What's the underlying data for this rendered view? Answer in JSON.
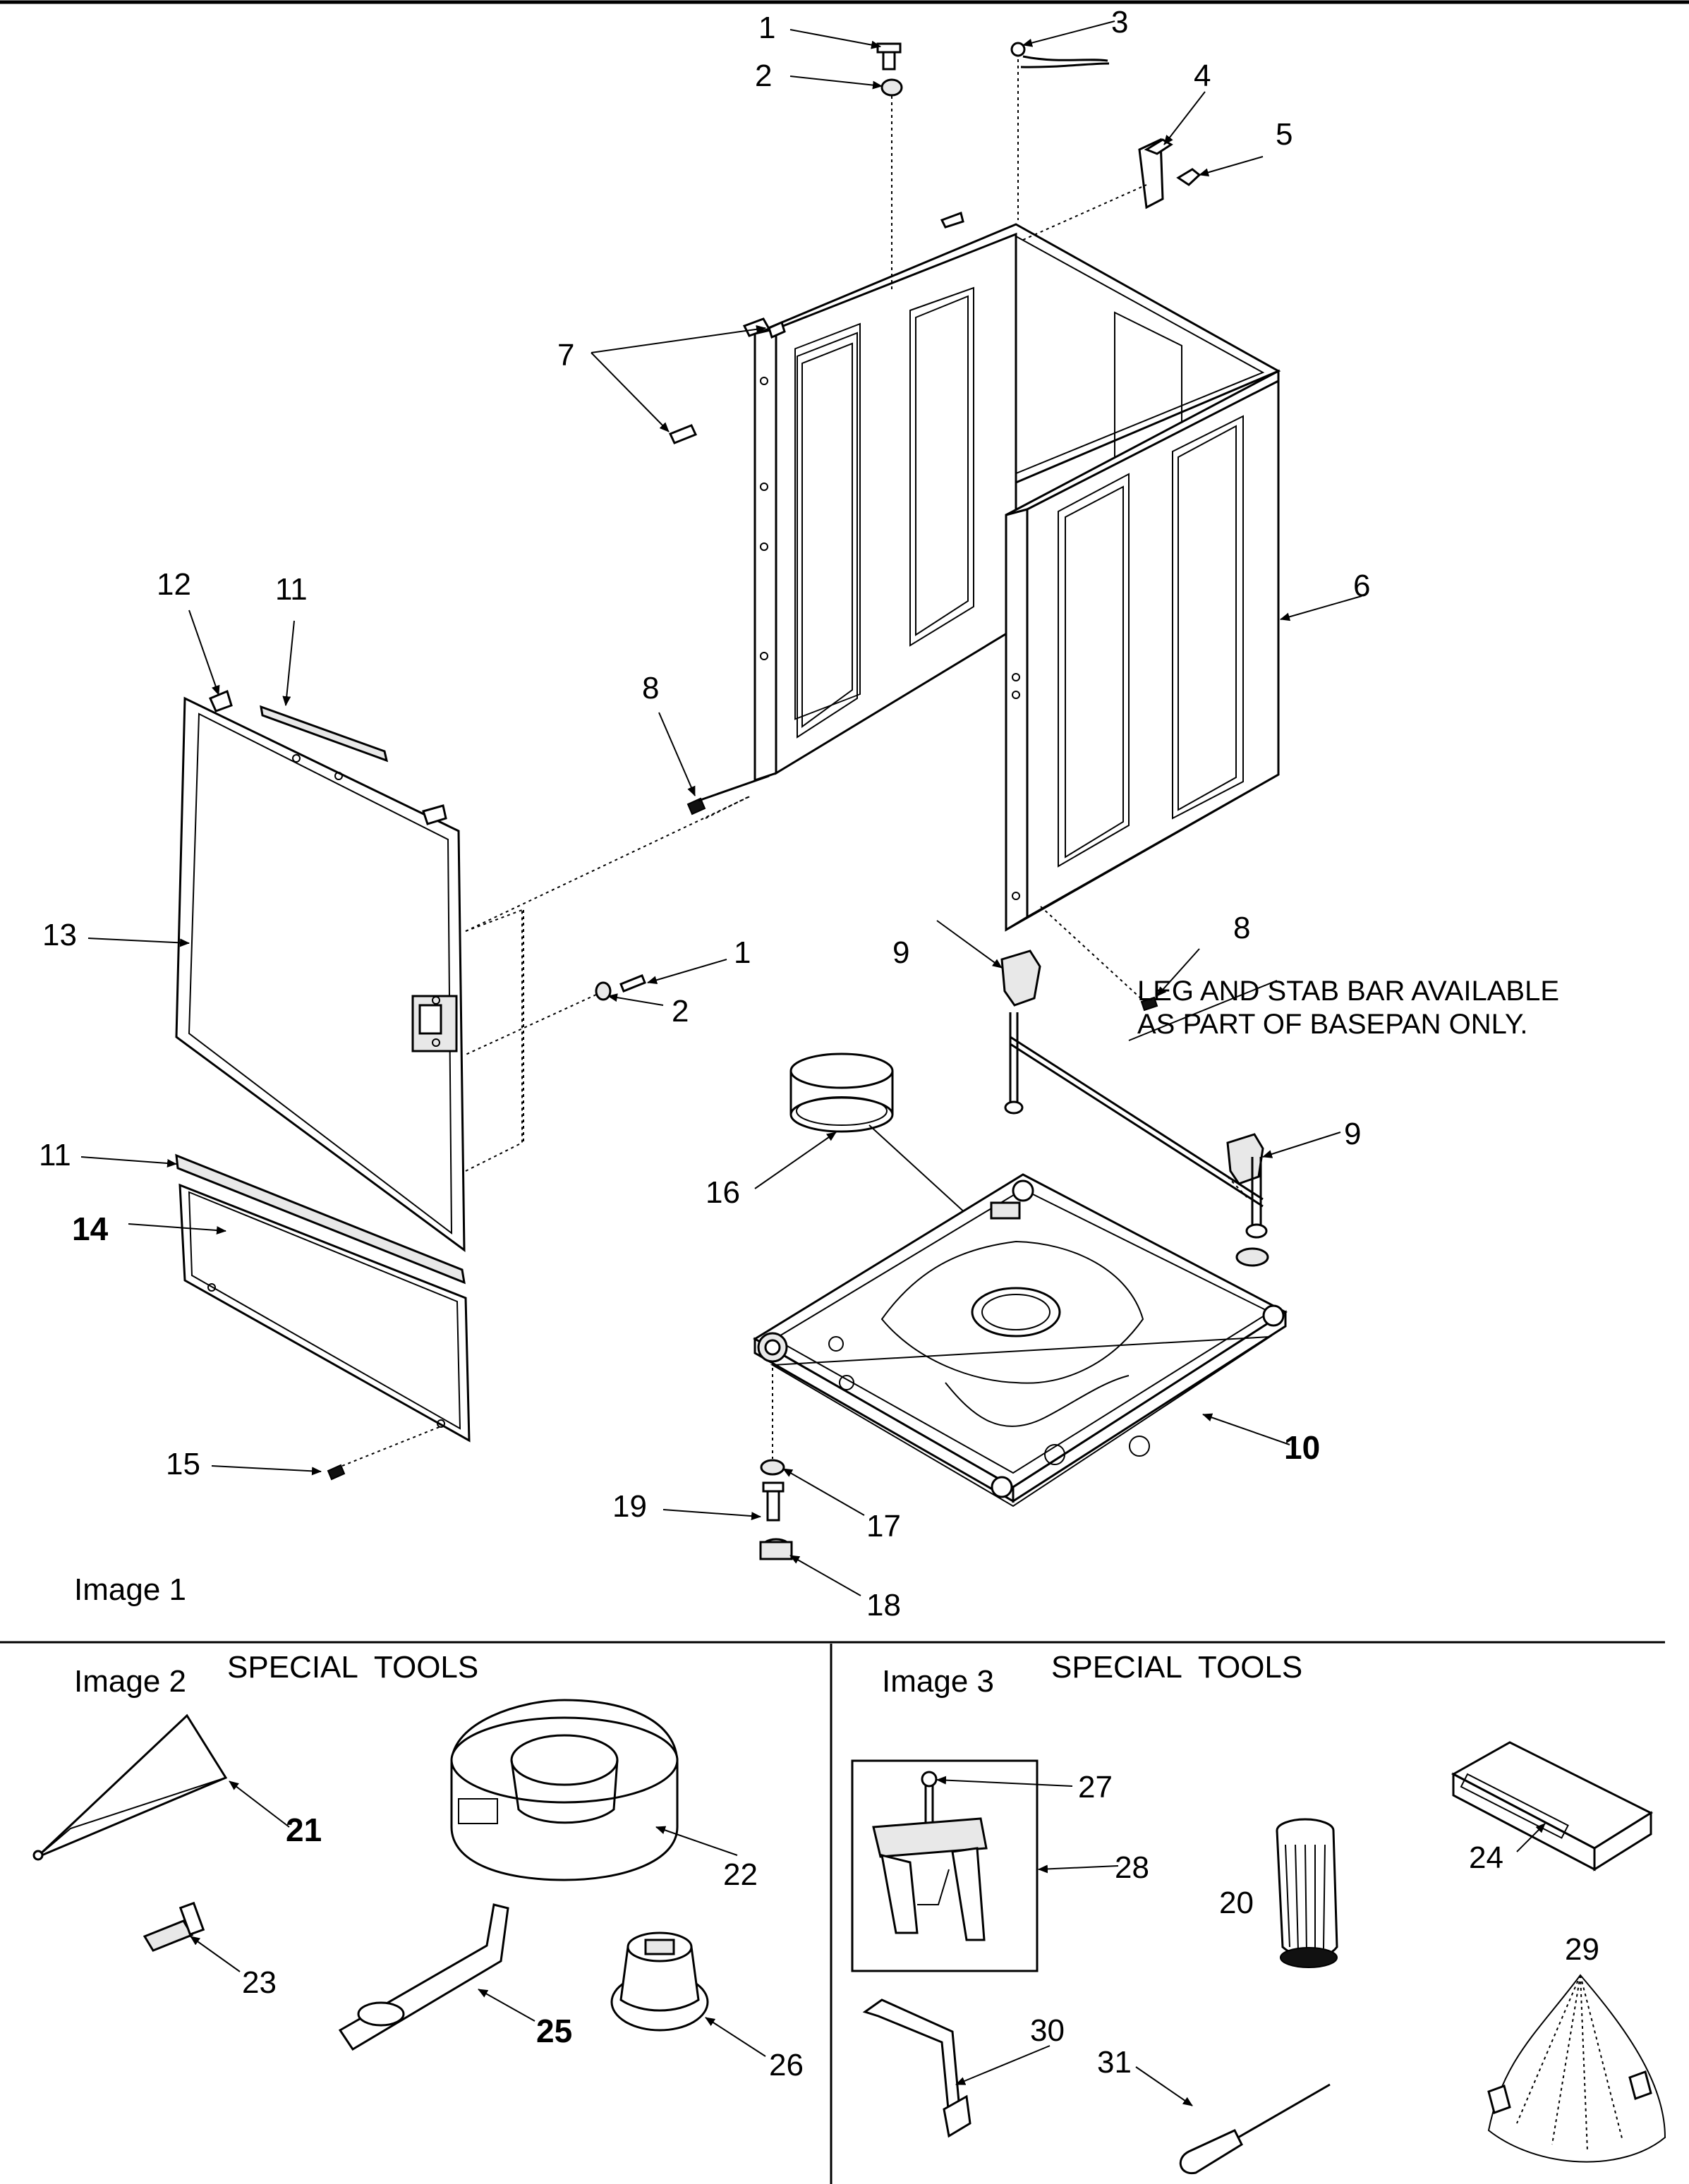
{
  "figure": {
    "image1_label": "Image 1",
    "image2_label": "Image 2",
    "image3_label": "Image 3",
    "special_tools_left": "SPECIAL  TOOLS",
    "special_tools_right": "SPECIAL  TOOLS",
    "note_line1": "LEG AND STAB BAR AVAILABLE",
    "note_line2": "AS PART OF BASEPAN ONLY."
  },
  "callouts": {
    "c1a": "1",
    "c2a": "2",
    "c3": "3",
    "c4": "4",
    "c5": "5",
    "c6": "6",
    "c7": "7",
    "c8a": "8",
    "c8b": "8",
    "c12": "12",
    "c11a": "11",
    "c13": "13",
    "c1b": "1",
    "c2b": "2",
    "c9a": "9",
    "c9b": "9",
    "c11b": "11",
    "c16": "16",
    "c14": "14",
    "c10": "10",
    "c15": "15",
    "c19": "19",
    "c17": "17",
    "c18": "18",
    "c21": "21",
    "c22": "22",
    "c23": "23",
    "c25": "25",
    "c26": "26",
    "c27": "27",
    "c28": "28",
    "c20": "20",
    "c24": "24",
    "c29": "29",
    "c30": "30",
    "c31": "31"
  }
}
